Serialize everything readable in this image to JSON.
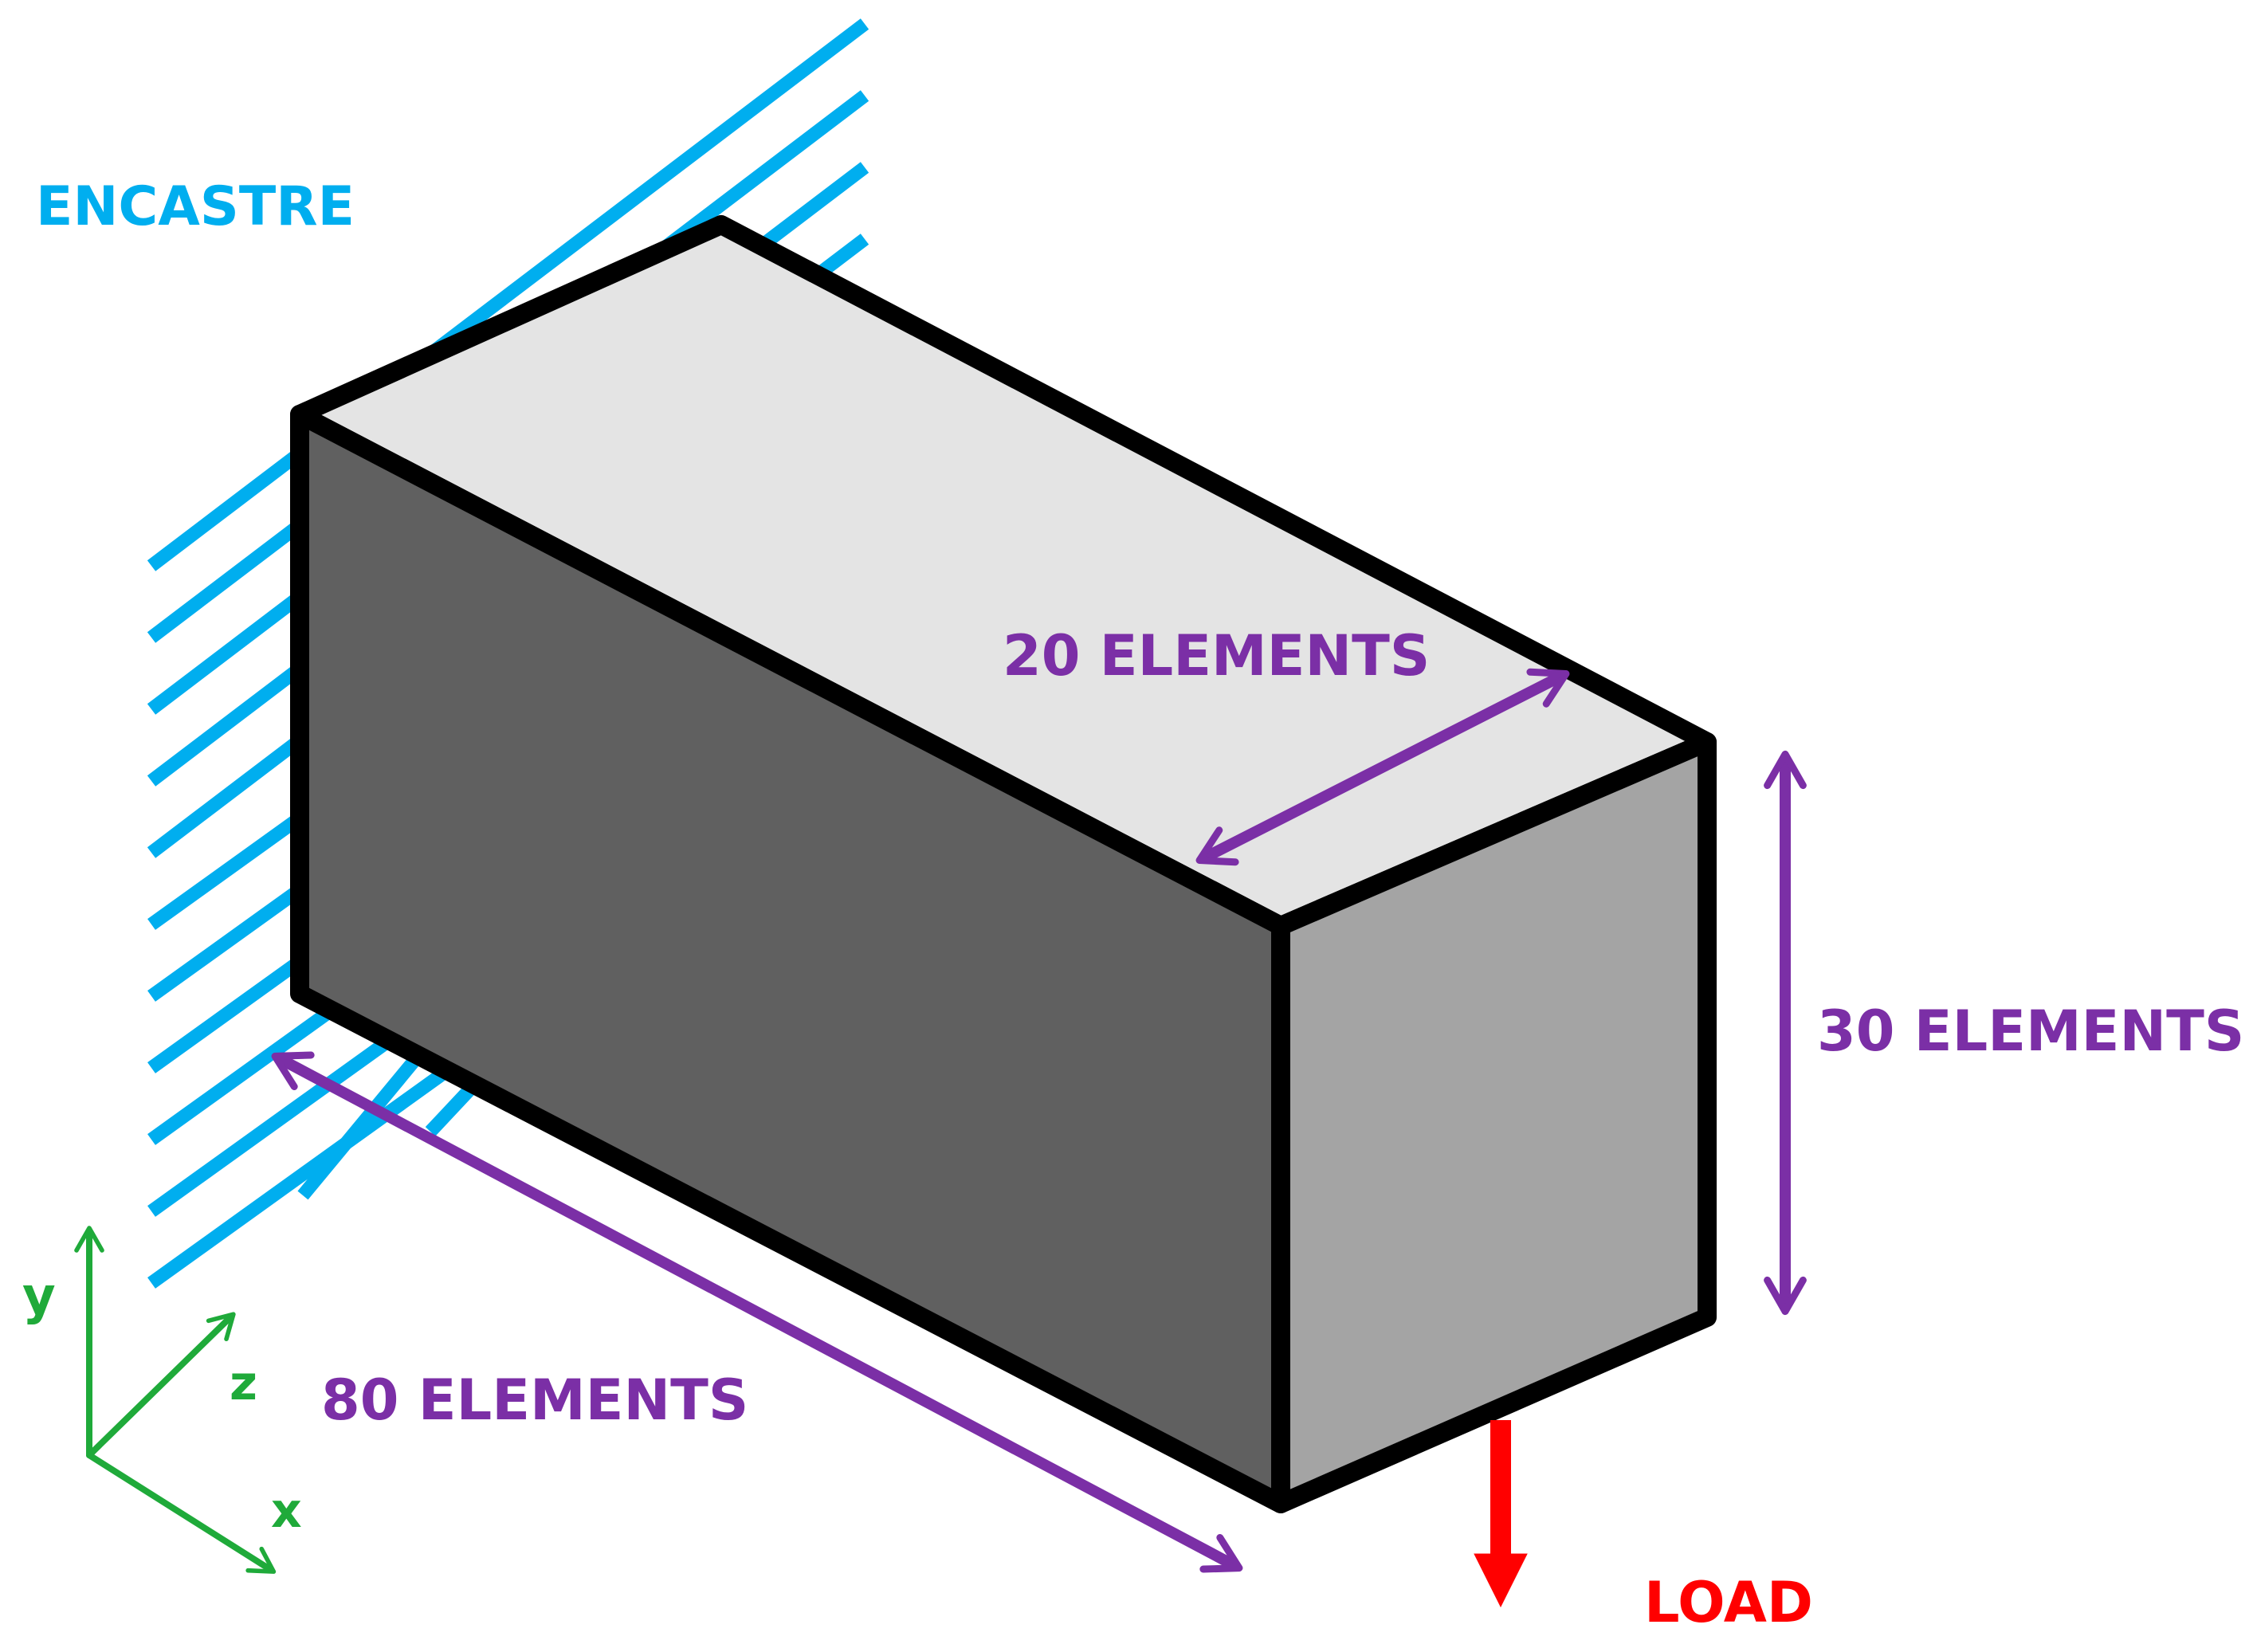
{
  "labels": {
    "support": "ENCASTRE",
    "width": "20 ELEMENTS",
    "height": "30 ELEMENTS",
    "length": "80 ELEMENTS",
    "load": "LOAD"
  },
  "axes": {
    "y": "y",
    "z": "z",
    "x": "x"
  },
  "colors": {
    "support": "#00AEEF",
    "dimension": "#7B2FA6",
    "load": "#FF0000",
    "axes": "#1FAA3A",
    "outline": "#000000",
    "top_face": "#E4E4E4",
    "front_face": "#606060",
    "end_face": "#A4A4A4"
  }
}
